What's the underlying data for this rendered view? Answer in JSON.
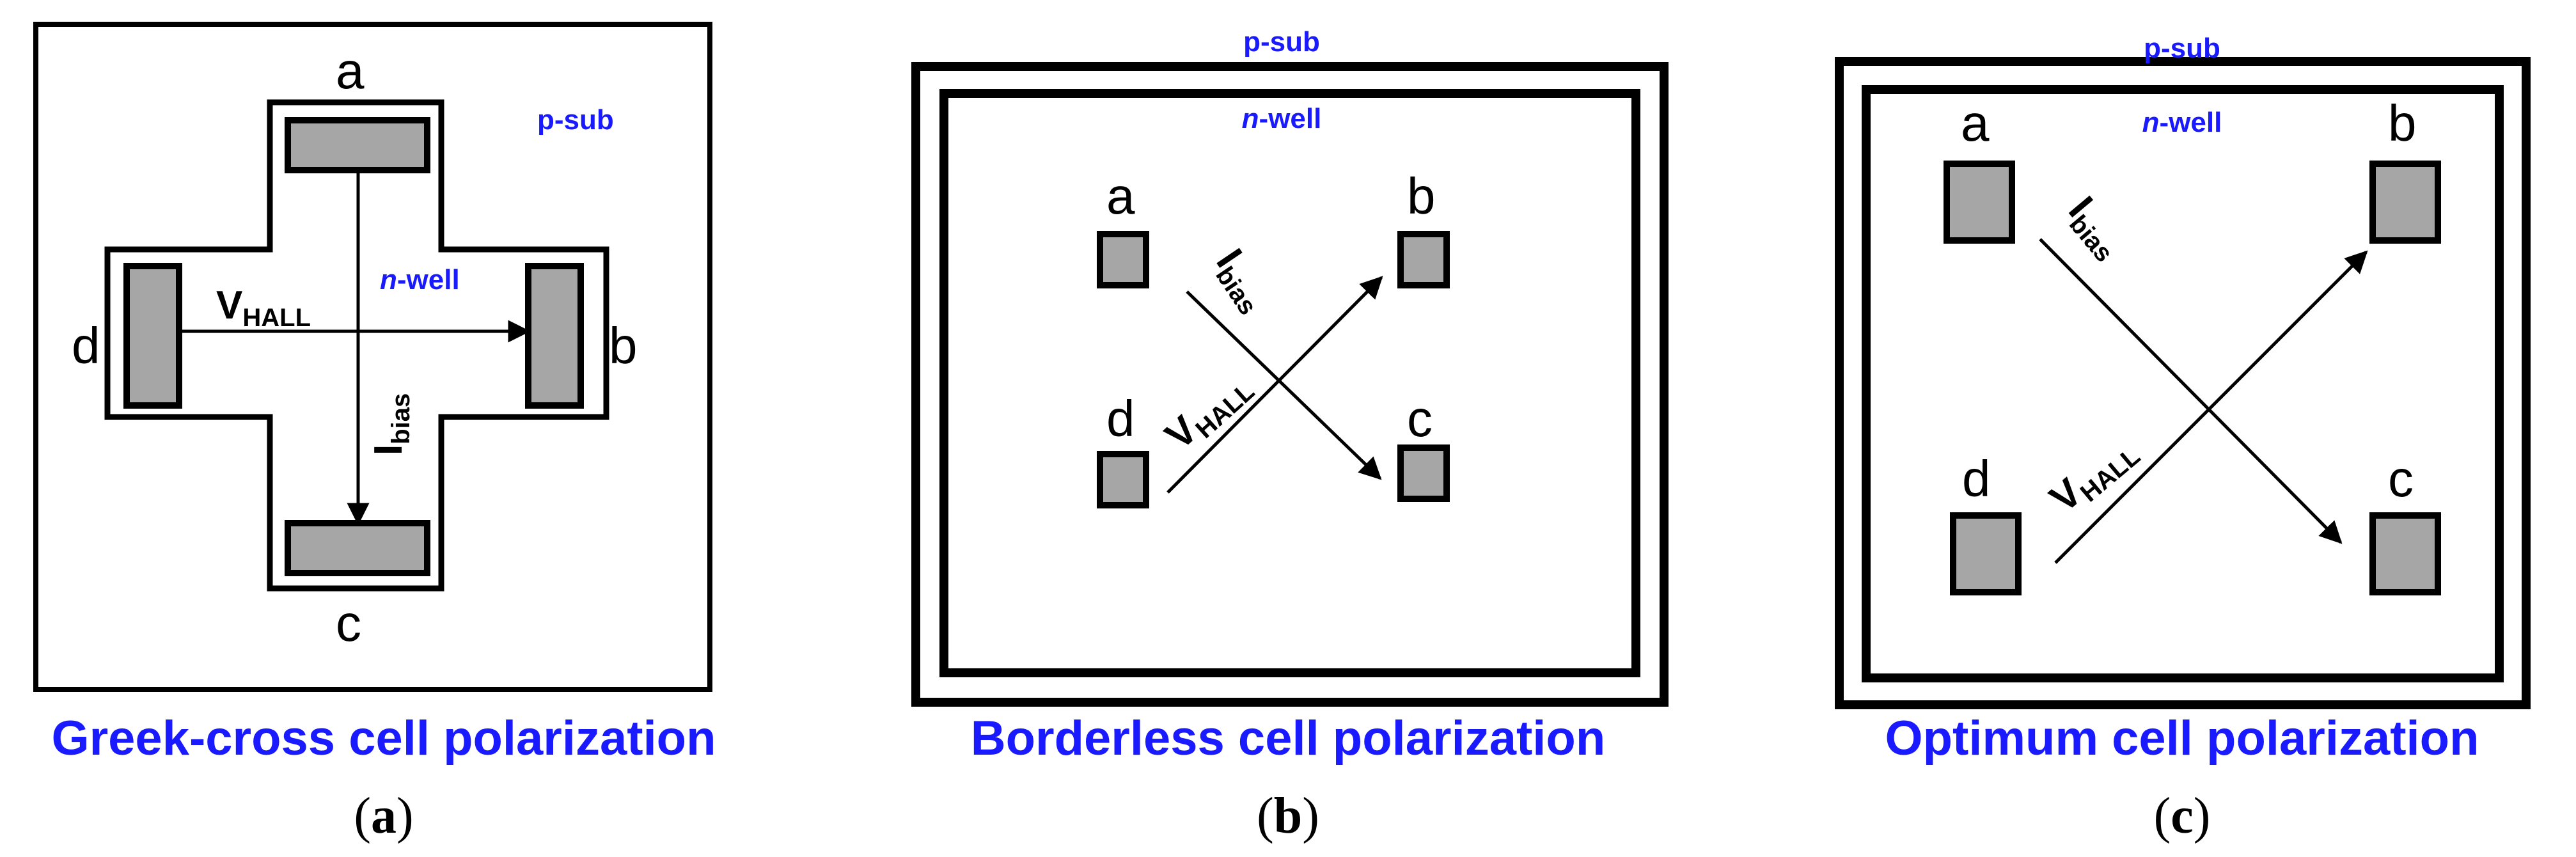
{
  "panels": [
    {
      "id": "a",
      "substrate_label": "p-sub",
      "well_label_italic": "n",
      "well_label_rest": "-well",
      "contacts": [
        "a",
        "b",
        "c",
        "d"
      ],
      "hall_voltage": {
        "main": "V",
        "sub": "HALL"
      },
      "bias_current": {
        "main": "I",
        "sub": "bias"
      },
      "caption": "Greek-cross cell polarization",
      "panel_label_open": "(",
      "panel_label_letter": "a",
      "panel_label_close": ")"
    },
    {
      "id": "b",
      "substrate_label": "p-sub",
      "well_label_italic": "n",
      "well_label_rest": "-well",
      "contacts": [
        "a",
        "b",
        "c",
        "d"
      ],
      "hall_voltage": {
        "main": "V",
        "sub": "HALL"
      },
      "bias_current": {
        "main": "I",
        "sub": "bias"
      },
      "caption": "Borderless cell polarization",
      "panel_label_open": "(",
      "panel_label_letter": "b",
      "panel_label_close": ")"
    },
    {
      "id": "c",
      "substrate_label": "p-sub",
      "well_label_italic": "n",
      "well_label_rest": "-well",
      "contacts": [
        "a",
        "b",
        "c",
        "d"
      ],
      "hall_voltage": {
        "main": "V",
        "sub": "HALL"
      },
      "bias_current": {
        "main": "I",
        "sub": "bias"
      },
      "caption": "Optimum cell polarization",
      "panel_label_open": "(",
      "panel_label_letter": "c",
      "panel_label_close": ")"
    }
  ]
}
